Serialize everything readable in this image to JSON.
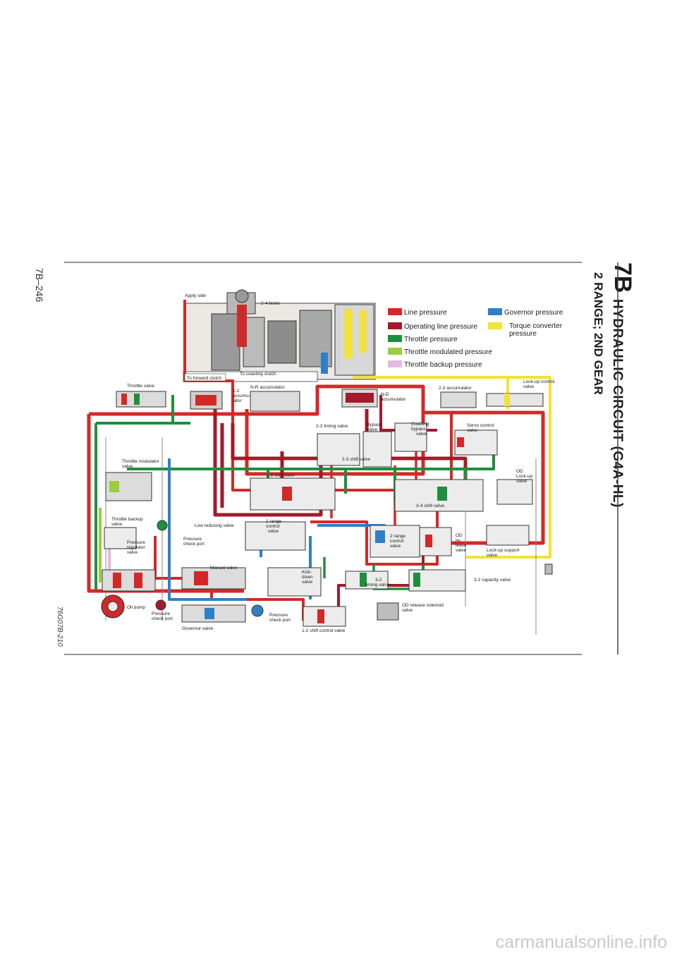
{
  "header": {
    "section_code": "7B",
    "title": "HYDRAULIC CIRCUIT (G4A-HL)",
    "subtitle": "2 RANGE; 2ND GEAR"
  },
  "footer": {
    "page_number": "7B–246",
    "figure_code": "76G07B-210"
  },
  "watermark": "carmanualsonline.info",
  "legend": [
    {
      "label": "Line pressure",
      "color": "#d42828"
    },
    {
      "label": "Operating line pressure",
      "color": "#a31a2a"
    },
    {
      "label": "Throttle pressure",
      "color": "#1e8f3e"
    },
    {
      "label": "Throttle modulated pressure",
      "color": "#9ccc3c"
    },
    {
      "label": "Throttle backup pressure",
      "color": "#e2b9e0"
    },
    {
      "label": "Governor pressure",
      "color": "#2f7fc7"
    },
    {
      "label": "Torque converter pressure",
      "color": "#f2e23a"
    }
  ],
  "legend_text": {
    "line": "Line pressure",
    "operating": "Operating line pressure",
    "throttle": "Throttle pressure",
    "modulated": "Throttle modulated pressure",
    "backup": "Throttle backup pressure",
    "governor": "Governor pressure",
    "converter_1": "Torque converter",
    "converter_2": "pressure"
  },
  "labels": {
    "apply_side": "Apply side",
    "brake_24": "2-4 brake",
    "forward_clutch": "To forward clutch",
    "coasting_clutch": "To coasting clutch",
    "throttle_valve": "Throttle valve",
    "acc12_a": "1-2",
    "acc12_b": "accumu-",
    "acc12_c": "lator",
    "nr_acc": "N-R accumulator",
    "nd_a": "N-D",
    "nd_b": "accumulator",
    "acc23": "2-3 accumulator",
    "lockup_ctrl_a": "Lock-up control",
    "lockup_ctrl_b": "valve",
    "timing23": "2-3 timing valve",
    "bypass_a": "Bypass",
    "bypass_b": "valve",
    "coasting_bypass_a": "Coasting",
    "coasting_bypass_b": "bypass",
    "coasting_bypass_c": "valve",
    "servo_a": "Servo control",
    "servo_b": "valve",
    "shift23": "2-3 shift valve",
    "modulator_a": "Throttle modulator",
    "modulator_b": "valve",
    "shift12": "1-2 shift valve",
    "od_lockup_a": "OD",
    "od_lockup_b": "Lock-up",
    "od_lockup_c": "valve",
    "shift34": "3-4 shift valve",
    "backup_valve_a": "Throttle backup",
    "backup_valve_b": "valve",
    "low_reducing": "Low reducing valve",
    "range1_a": "1 range",
    "range1_b": "control",
    "range1_c": "valve",
    "range2_a": "2 range",
    "range2_b": "control",
    "range2_c": "valve",
    "od_release_a": "OD",
    "od_release_b": "re-",
    "od_release_c": "lease",
    "od_release_d": "valve",
    "regulator_a": "Pressure",
    "regulator_b": "regulator",
    "regulator_c": "valve",
    "check_port_a": "Pressure",
    "check_port_b": "check port",
    "lockup_support_a": "Lock-up support",
    "lockup_support_b": "valve",
    "manual_valve": "Manual valve",
    "kickdown_a": "Kick-",
    "kickdown_b": "down",
    "kickdown_c": "valve",
    "timing32_a": "3-2",
    "timing32_b": "timing valve",
    "capacity32": "3-2 capacity valve",
    "oil_pump": "Oil pump",
    "check_port2_a": "Pressure",
    "check_port2_b": "check port",
    "check_port3_a": "Pressure",
    "check_port3_b": "check port",
    "od_solenoid_a": "OD release solenoid",
    "od_solenoid_b": "valve",
    "governor_valve": "Governor valve",
    "shift_ctrl12": "1-2 shift control valve"
  }
}
